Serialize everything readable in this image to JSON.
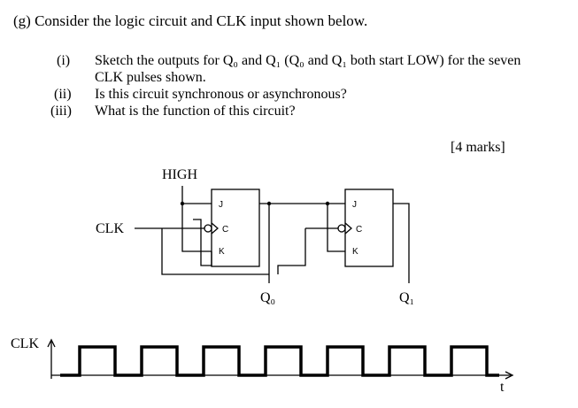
{
  "question": {
    "heading": "(g) Consider the logic circuit and CLK input shown below.",
    "parts": [
      {
        "number": "(i)",
        "lines": [
          "Sketch the outputs for Q₀ and Q₁ (Q₀ and Q₁ both start LOW) for the seven",
          "CLK pulses shown."
        ]
      },
      {
        "number": "(ii)",
        "lines": [
          "Is this circuit synchronous or asynchronous?"
        ]
      },
      {
        "number": "(iii)",
        "lines": [
          "What is the function of this circuit?"
        ]
      }
    ],
    "marks": "[4 marks]"
  },
  "circuit": {
    "high_label": "HIGH",
    "clk_label": "CLK",
    "ff_pins": {
      "j": "J",
      "c": "C",
      "k": "K"
    },
    "q0_label": "Q₀",
    "q1_label": "Q₁"
  },
  "timing": {
    "clk_label": "CLK",
    "t_label": "t",
    "pulse_count": 7
  }
}
